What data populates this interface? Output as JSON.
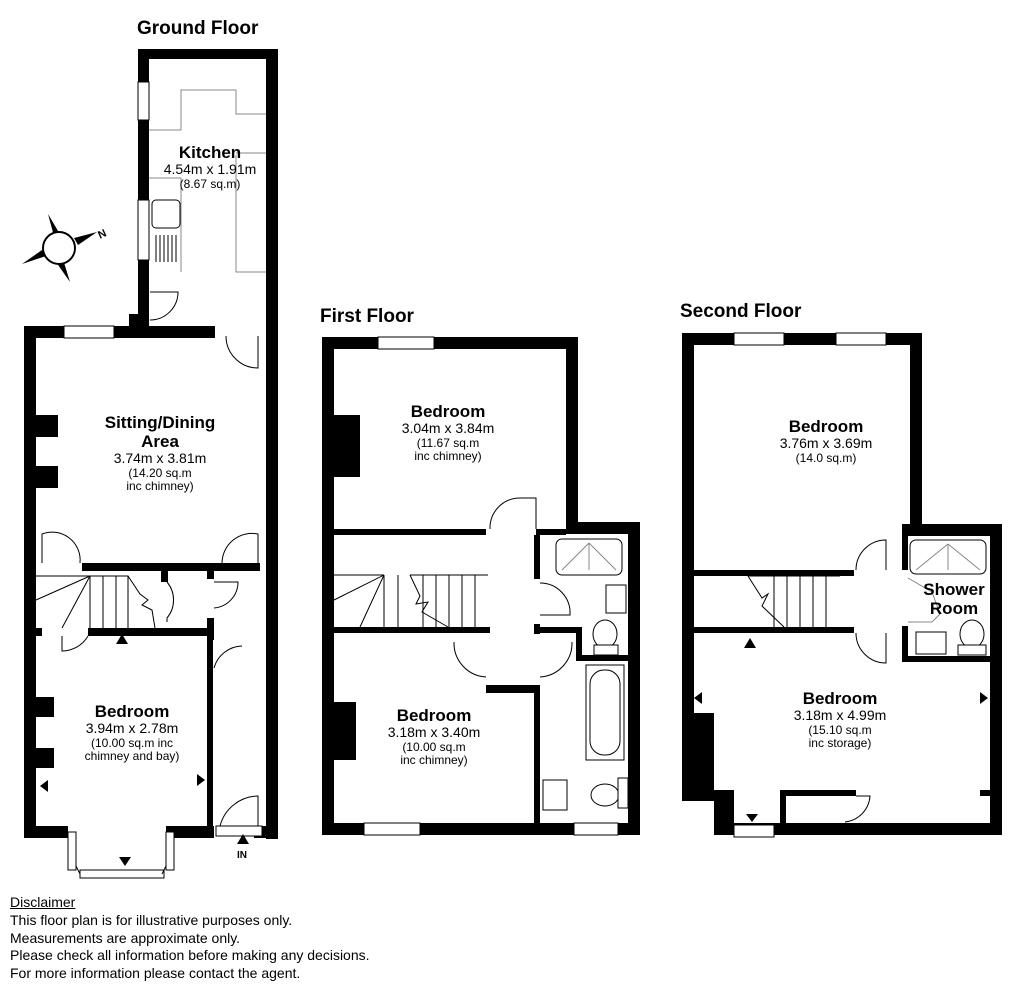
{
  "floors": {
    "ground": {
      "title": "Ground Floor",
      "rooms": {
        "kitchen": {
          "name": "Kitchen",
          "dimensions": "4.54m x 1.91m",
          "area_line1": "(8.67 sq.m)",
          "area_line2": ""
        },
        "sitting": {
          "name_line1": "Sitting/Dining",
          "name_line2": "Area",
          "dimensions": "3.74m x 3.81m",
          "area_line1": "(14.20 sq.m",
          "area_line2": "inc chimney)"
        },
        "bedroom": {
          "name": "Bedroom",
          "dimensions": "3.94m x 2.78m",
          "area_line1": "(10.00 sq.m inc",
          "area_line2": "chimney and bay)"
        }
      },
      "entrance_label": "IN"
    },
    "first": {
      "title": "First Floor",
      "rooms": {
        "bedroom_rear": {
          "name": "Bedroom",
          "dimensions": "3.04m x 3.84m",
          "area_line1": "(11.67 sq.m",
          "area_line2": "inc chimney)"
        },
        "bedroom_front": {
          "name": "Bedroom",
          "dimensions": "3.18m x 3.40m",
          "area_line1": "(10.00 sq.m",
          "area_line2": "inc chimney)"
        }
      }
    },
    "second": {
      "title": "Second Floor",
      "rooms": {
        "bedroom_rear": {
          "name": "Bedroom",
          "dimensions": "3.76m x 3.69m",
          "area_line1": "(14.0 sq.m)"
        },
        "shower": {
          "name_line1": "Shower",
          "name_line2": "Room"
        },
        "bedroom_front": {
          "name": "Bedroom",
          "dimensions": "3.18m x 4.99m",
          "area_line1": "(15.10 sq.m",
          "area_line2": "inc storage)"
        }
      }
    }
  },
  "compass": {
    "label": "N",
    "icon": "compass-rose-icon"
  },
  "disclaimer": {
    "heading": "Disclaimer",
    "lines": [
      "This floor plan is for illustrative purposes only.",
      "Measurements are approximate only.",
      "Please check all information before making any decisions.",
      "For more information please contact the agent."
    ]
  },
  "colors": {
    "wall": "#000000",
    "background": "#ffffff",
    "fixture_line": "#888888"
  }
}
